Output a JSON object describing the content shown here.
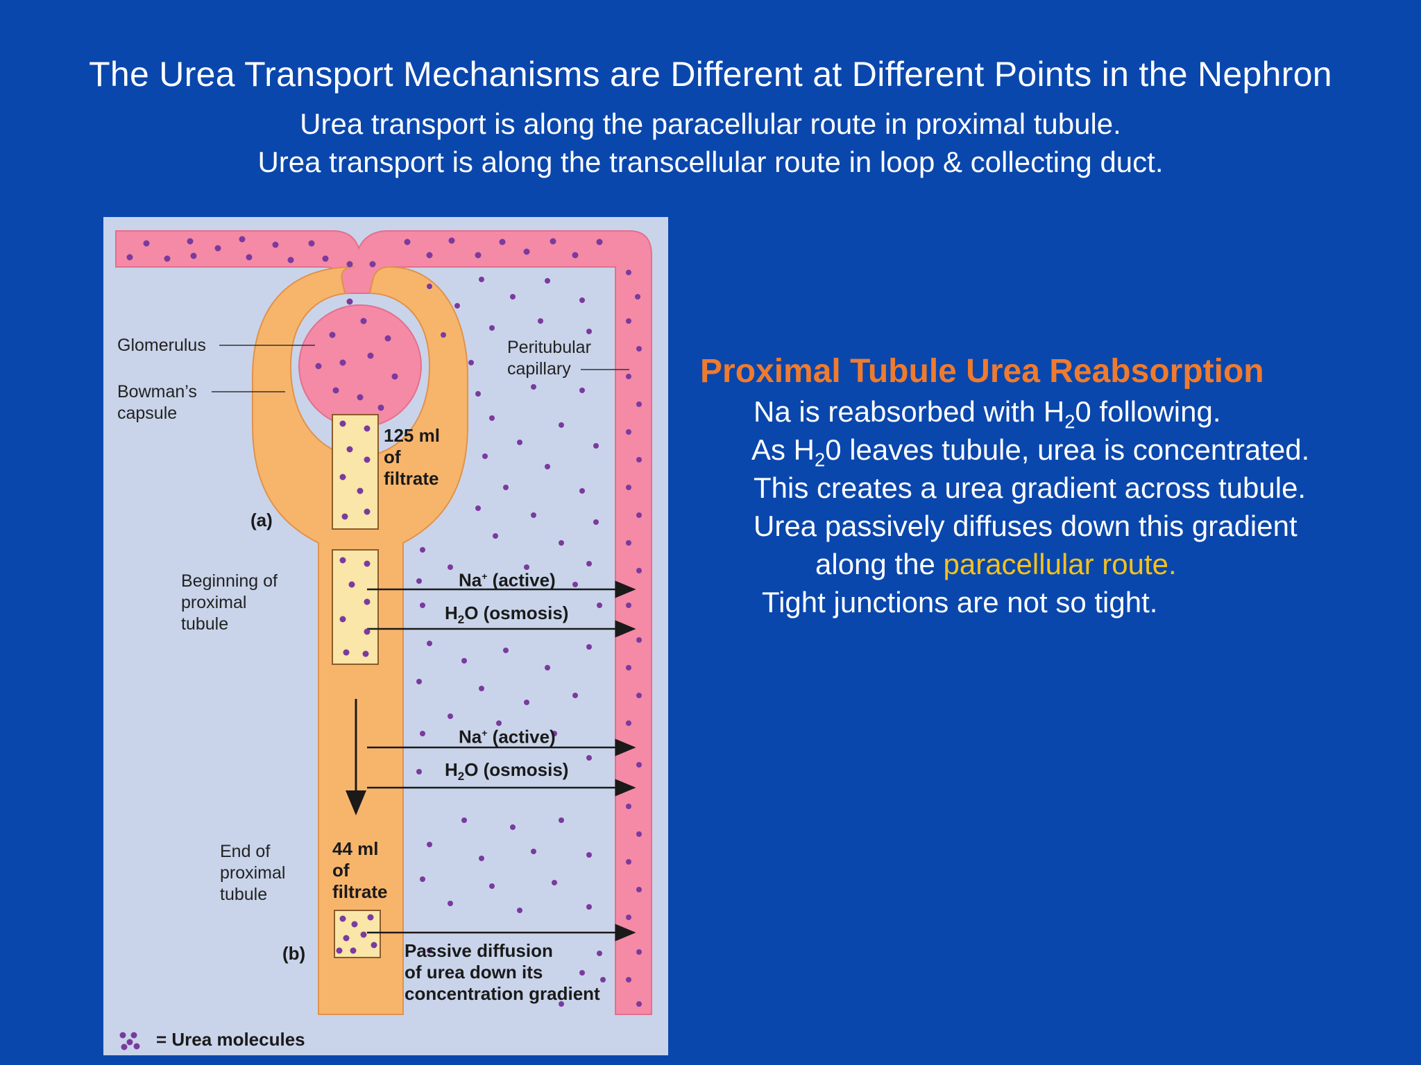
{
  "slide": {
    "title": "The Urea Transport Mechanisms are Different at Different Points in the Nephron",
    "subtitle_1": "Urea transport is along the paracellular route in proximal tubule.",
    "subtitle_2": "Urea transport is along the transcellular route in loop & collecting duct."
  },
  "figure": {
    "glomerulus": "Glomerulus",
    "bowmans_1": "Bowman’s",
    "bowmans_2": "capsule",
    "peritubular_1": "Peritubular",
    "peritubular_2": "capillary",
    "filtrate_125_1": "125 ml",
    "filtrate_125_2": "of",
    "filtrate_125_3": "filtrate",
    "label_a": "(a)",
    "beginning_1": "Beginning of",
    "beginning_2": "proximal",
    "beginning_3": "tubule",
    "na_active_1": "Na",
    "na_active_1_sup": "+",
    "na_active_1_rest": " (active)",
    "h2o_1_h": "H",
    "h2o_1_sub": "2",
    "h2o_1_rest": "O (osmosis)",
    "na_active_2": "Na",
    "na_active_2_sup": "+",
    "na_active_2_rest": " (active)",
    "h2o_2_h": "H",
    "h2o_2_sub": "2",
    "h2o_2_rest": "O (osmosis)",
    "end_1": "End of",
    "end_2": "proximal",
    "end_3": "tubule",
    "filtrate_44_1": "44 ml",
    "filtrate_44_2": "of",
    "filtrate_44_3": "filtrate",
    "label_b": "(b)",
    "passive_1": "Passive diffusion",
    "passive_2": "of urea down its",
    "passive_3": "concentration gradient",
    "legend": "= Urea molecules"
  },
  "panel": {
    "heading": "Proximal Tubule Urea Reabsorption",
    "line1_a": "Na is reabsorbed with H",
    "line1_sub": "2",
    "line1_b": "0 following.",
    "line2_a": "As H",
    "line2_sub": "2",
    "line2_b": "0 leaves tubule, urea is concentrated.",
    "line3": "This creates a urea gradient across tubule.",
    "line4": "Urea passively diffuses down this gradient",
    "line5_a": "along the ",
    "line5_highlight": "paracellular route.",
    "line6": "Tight junctions are not so tight."
  },
  "colors": {
    "background": "#0a47ad",
    "heading": "#ef7b2e",
    "highlight": "#f5c21b",
    "tubule": "#f7b56c",
    "capillary": "#f48aa6",
    "urea": "#7a3a9e"
  }
}
